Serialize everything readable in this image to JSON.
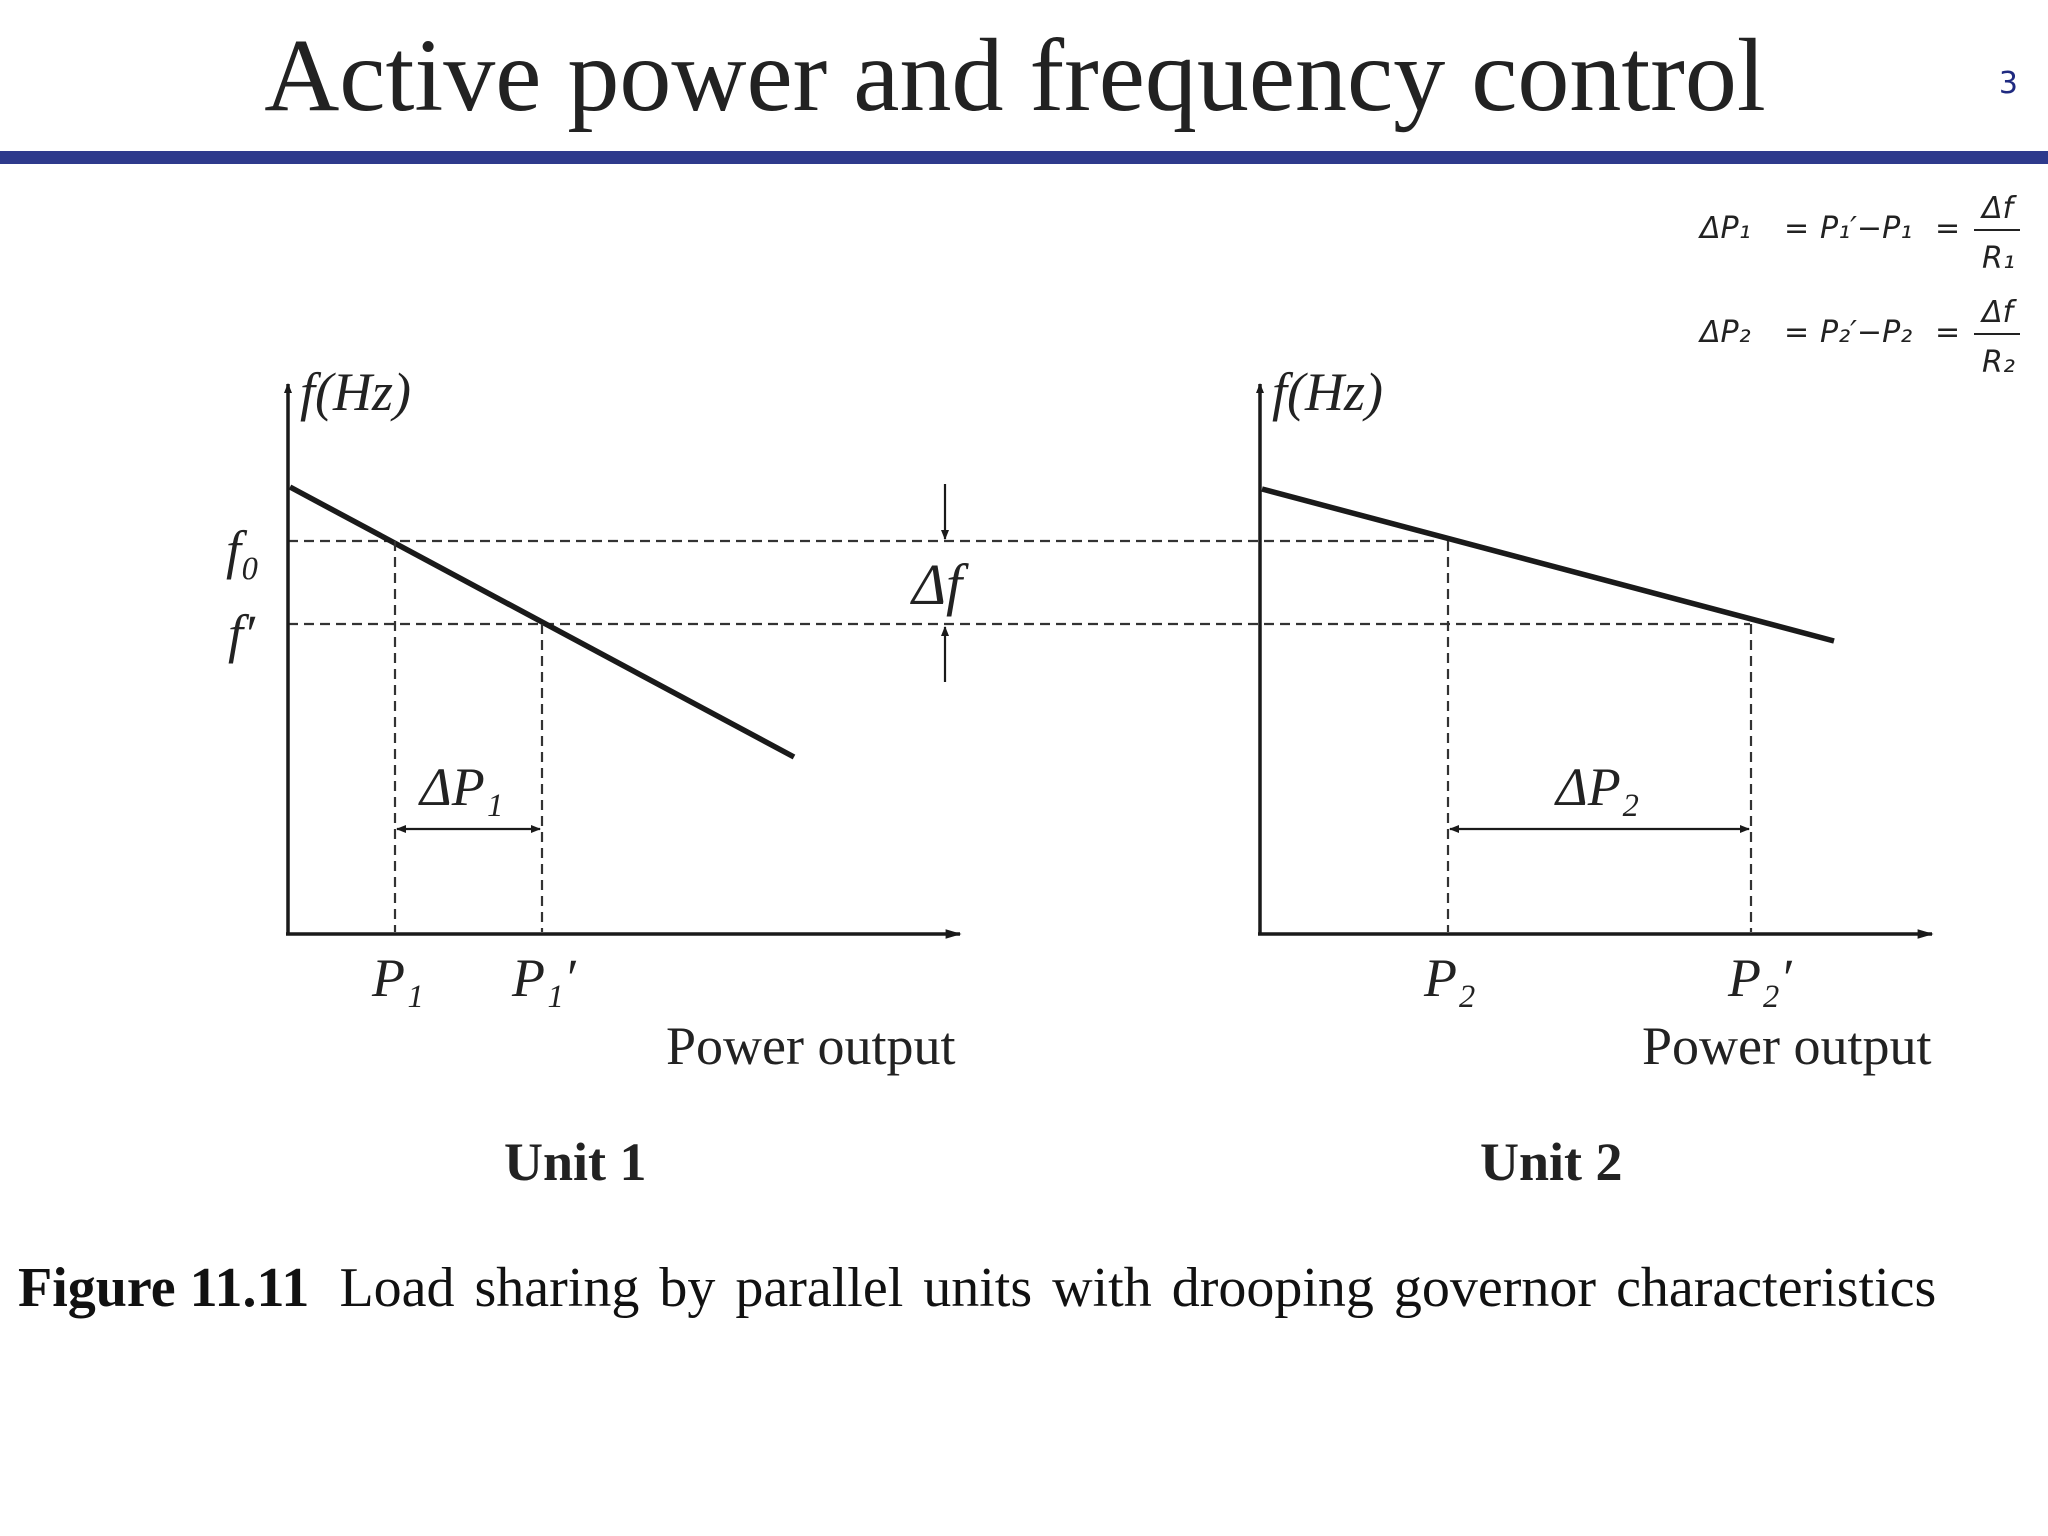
{
  "slide": {
    "title": "Active power and frequency control",
    "page_number": "3"
  },
  "formulas": [
    {
      "lhs": "ΔP₁",
      "eq1": "=",
      "mid": "P₁′−P₁",
      "eq2": "=",
      "num": "Δf",
      "den": "R₁"
    },
    {
      "lhs": "ΔP₂",
      "eq1": "=",
      "mid": "P₂′−P₂",
      "eq2": "=",
      "num": "Δf",
      "den": "R₂"
    }
  ],
  "unit1": {
    "y_axis_label": "f(Hz)",
    "f0_label": "f₀",
    "fprime_label": "f′",
    "p_label": "P₁",
    "p_prime_label": "P₁′",
    "delta_p_label": "ΔP₁",
    "x_axis_label": "Power output",
    "unit_label": "Unit 1"
  },
  "delta_f_label": "Δf",
  "unit2": {
    "y_axis_label": "f(Hz)",
    "p_label": "P₂",
    "p_prime_label": "P₂′",
    "delta_p_label": "ΔP₂",
    "x_axis_label": "Power output",
    "unit_label": "Unit 2"
  },
  "caption": {
    "number": "Figure 11.11",
    "text": "Load sharing by parallel units with drooping governor characteristics"
  },
  "colors": {
    "title_rule": "#2e3a8c",
    "page_number": "#1f2a80",
    "lines": "#1a1a1a"
  }
}
